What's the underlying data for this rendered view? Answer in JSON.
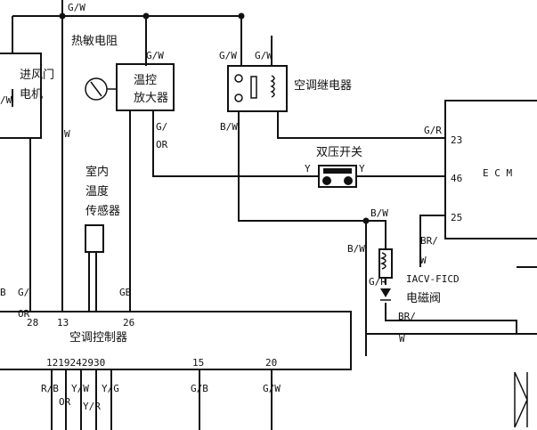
{
  "components": {
    "intake_door_motor": {
      "line1": "进风门",
      "line2": "电机"
    },
    "thermistor": "热敏电阻",
    "temp_amp": {
      "line1": "温控",
      "line2": "放大器"
    },
    "ac_relay": "空调继电器",
    "dual_pressure_switch": "双压开关",
    "ecm": "E C M",
    "indoor_temp_sensor": {
      "line1": "室内",
      "line2": "温度",
      "line3": "传感器"
    },
    "iacv_valve": {
      "line1": "IACV-FICD",
      "line2": "电磁阀"
    },
    "ac_controller": "空调控制器"
  },
  "wire_labels": {
    "top_gw": "G/W",
    "amp_gw": "G/W",
    "relay_gw_left": "G/W",
    "relay_gw_right": "G/W",
    "left_w": "W",
    "motor_w": "/W",
    "amp_out": "G/",
    "amp_out2": "OR",
    "relay_bw": "B/W",
    "relay_gr": "G/R",
    "switch_y_left": "Y",
    "switch_y_right": "Y",
    "ecm_bw": "B/W",
    "valve_bw": "B/W",
    "valve_gr": "G/R",
    "ecm_br": "BR/",
    "ecm_br_w": "W",
    "valve_br": "BR/",
    "bottom_w": "W",
    "ctrl_b": "B",
    "ctrl_g": "G/",
    "ctrl_or": "OR",
    "ctrl_gb": "GB",
    "bot_rb": "R/B",
    "bot_yw": "Y/W",
    "bot_yg": "Y/G",
    "bot_or": "OR",
    "bot_yr": "Y/R",
    "bot_gb": "G/B",
    "bot_gw": "G/W"
  },
  "pins": {
    "ecm_23": "23",
    "ecm_46": "46",
    "ecm_25": "25",
    "ctrl_28": "28",
    "ctrl_13": "13",
    "ctrl_26": "26",
    "ctrl_bottom": "1219242930",
    "ctrl_15": "15",
    "ctrl_20": "20"
  }
}
